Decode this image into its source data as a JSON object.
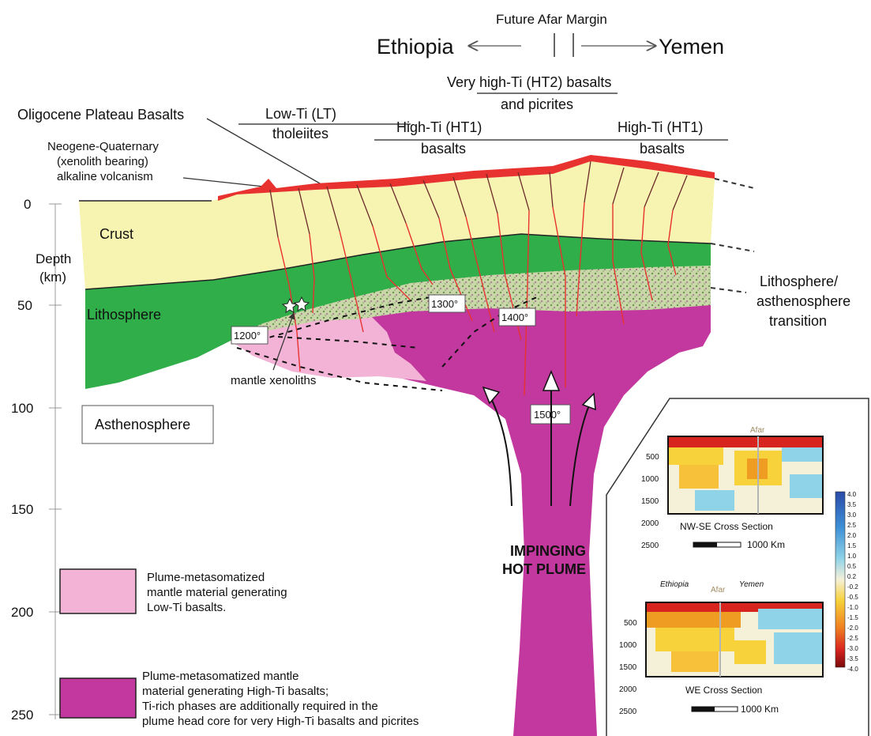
{
  "header": {
    "future_margin": "Future Afar Margin",
    "left_country": "Ethiopia",
    "right_country": "Yemen"
  },
  "basalt_labels": {
    "ht2_line1": "Very high-Ti (HT2) basalts",
    "ht2_line2": "and picrites",
    "oligocene": "Oligocene Plateau Basalts",
    "lt_line1": "Low-Ti (LT)",
    "lt_line2": "tholeiites",
    "ht1a_line1": "High-Ti (HT1)",
    "ht1a_line2": "basalts",
    "ht1b_line1": "High-Ti (HT1)",
    "ht1b_line2": "basalts",
    "neogene_line1": "Neogene-Quaternary",
    "neogene_line2": "(xenolith bearing)",
    "neogene_line3": "alkaline volcanism"
  },
  "axis": {
    "label_line1": "Depth",
    "label_line2": "(km)",
    "ticks": [
      "0",
      "50",
      "100",
      "150",
      "200",
      "250"
    ]
  },
  "layers": {
    "crust": "Crust",
    "lithosphere": "Lithosphere",
    "asthenosphere": "Asthenosphere",
    "transition_line1": "Lithosphere/",
    "transition_line2": "asthenosphere",
    "transition_line3": "transition",
    "xenoliths": "mantle xenoliths"
  },
  "isotherms": {
    "t1200": "1200°",
    "t1300": "1300°",
    "t1400": "1400°",
    "t1500": "1500°"
  },
  "plume": {
    "line1": "IMPINGING",
    "line2": "HOT PLUME"
  },
  "legend": {
    "low_ti_line1": "Plume-metasomatized",
    "low_ti_line2": "mantle material generating",
    "low_ti_line3": "Low-Ti basalts.",
    "high_ti_line1": "Plume-metasomatized mantle",
    "high_ti_line2": "material generating High-Ti basalts;",
    "high_ti_line3": "Ti-rich phases are additionally required in the",
    "high_ti_line4": "plume head core for very High-Ti basalts and picrites",
    "low_ti_color": "#f2b3d6",
    "high_ti_color": "#c2389e"
  },
  "inset": {
    "afar_top": "Afar",
    "section1": "NW-SE Cross Section",
    "section2": "WE Cross Section",
    "scale1": "1000 Km",
    "scale2": "1000 Km",
    "ethiopia": "Ethiopia",
    "afar_bottom": "Afar",
    "yemen": "Yemen",
    "depth_ticks_top": [
      "500",
      "1000",
      "1500",
      "2000",
      "2500"
    ],
    "depth_ticks_bottom": [
      "500",
      "1000",
      "1500",
      "2000",
      "2500"
    ],
    "colorbar_ticks": [
      "4.0",
      "3.5",
      "3.0",
      "2.5",
      "2.0",
      "1.5",
      "1.0",
      "0.5",
      "0.2",
      "-0.2",
      "-0.5",
      "-1.0",
      "-1.5",
      "-2.0",
      "-2.5",
      "-3.0",
      "-3.5",
      "-4.0"
    ]
  },
  "colors": {
    "crust": "#f7f3b0",
    "lithosphere": "#2fae4a",
    "basalt": "#e8322f",
    "low_ti_mantle": "#f2b3d6",
    "plume": "#c2389e"
  }
}
